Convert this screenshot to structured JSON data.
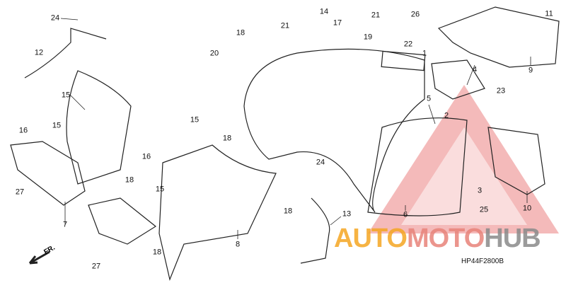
{
  "diagram": {
    "part_labels": [
      "24",
      "12",
      "15",
      "16",
      "15",
      "27",
      "7",
      "27",
      "18",
      "8",
      "16",
      "18",
      "15",
      "15",
      "18",
      "18",
      "20",
      "21",
      "14",
      "17",
      "21",
      "26",
      "19",
      "22",
      "1",
      "4",
      "9",
      "11",
      "5",
      "2",
      "23",
      "3",
      "10",
      "25",
      "24",
      "18",
      "13",
      "6"
    ],
    "drawing_code": "HP44F2800B",
    "front_indicator": "FR.",
    "watermark": {
      "part1": "AUTO",
      "part2": "MOTO",
      "part3": "HUB"
    }
  },
  "colors": {
    "line": "#222222",
    "watermark_red": "#e03a3a",
    "watermark_orange": "#f5a623",
    "watermark_gray": "#8a8a8a"
  }
}
